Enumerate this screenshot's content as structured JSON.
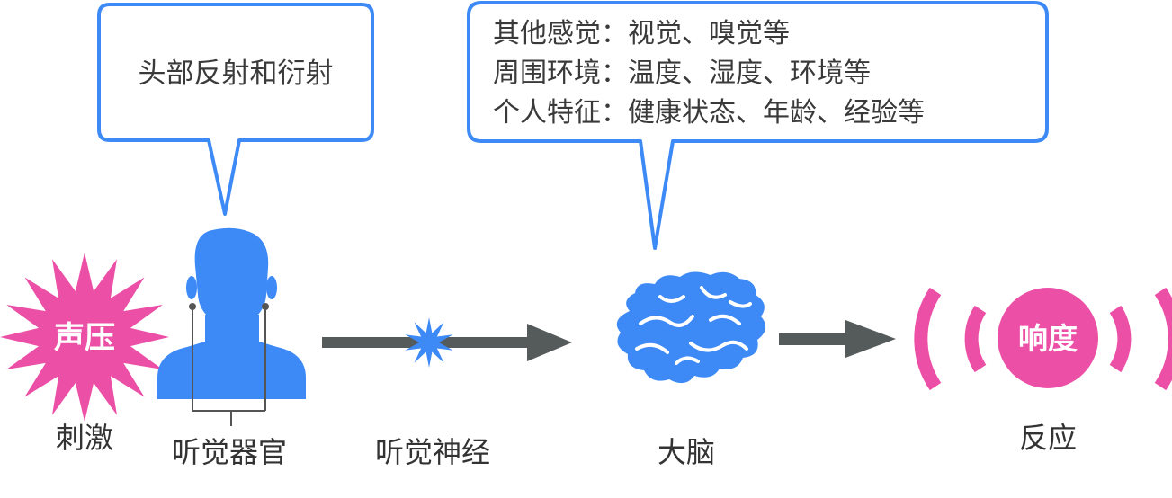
{
  "colors": {
    "blue": "#3d8af7",
    "pink": "#ec4fa6",
    "arrow": "#555a5a",
    "text": "#333333",
    "bubble_border": "#3d8af7"
  },
  "stimulus": {
    "badge": "声压",
    "caption": "刺激"
  },
  "hearing_organ": {
    "caption": "听觉器官",
    "icon": "person-head-icon"
  },
  "auditory_nerve": {
    "caption": "听觉神经",
    "icon": "spark-icon"
  },
  "brain": {
    "caption": "大脑",
    "icon": "brain-icon"
  },
  "reaction": {
    "badge": "响度",
    "caption": "反应"
  },
  "bubble_left": {
    "text": "头部反射和衍射"
  },
  "bubble_right": {
    "lines": [
      "其他感觉：视觉、嗅觉等",
      "周围环境：温度、湿度、环境等",
      "个人特征：健康状态、年龄、经验等"
    ]
  }
}
